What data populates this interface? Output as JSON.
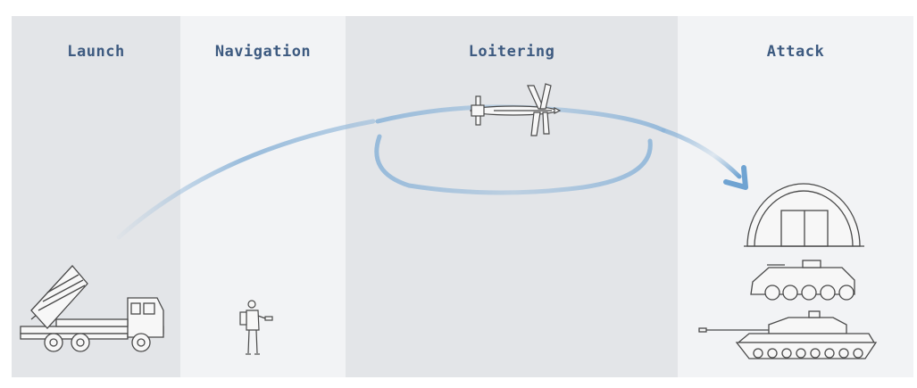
{
  "colors": {
    "title": "#3d5a80",
    "panel_dark": "#e3e5e8",
    "panel_light": "#f2f3f5",
    "path": "#8fb6d9",
    "line_art": "#4a4a4a"
  },
  "phases": [
    {
      "label": "Launch"
    },
    {
      "label": "Navigation"
    },
    {
      "label": "Loitering"
    },
    {
      "label": "Attack"
    }
  ],
  "icons": {
    "launcher": "rocket-launcher-truck-icon",
    "operator": "ground-operator-icon",
    "drone": "loitering-drone-icon",
    "hangar": "hangar-target-icon",
    "apc": "armored-vehicle-target-icon",
    "tank": "tank-target-icon"
  }
}
